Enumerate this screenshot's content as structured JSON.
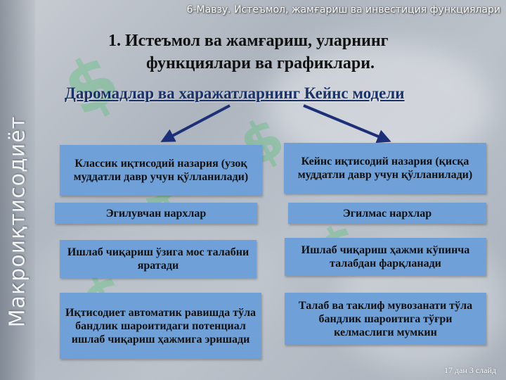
{
  "header": {
    "text": "6-Мавзу. Истеъмол, жамғариш ва инвестиция функциялари"
  },
  "sidebar": {
    "vertical_title": "Макроиқтисодиёт"
  },
  "title": {
    "line1": "1. Истеъмол ва жамғариш, уларнинг",
    "line2": "функциялари ва графиклари."
  },
  "subtitle": "Даромадлар ва харажатларнинг Кейнс модели",
  "left_column": {
    "heading": "Классик иқтисодий назария (узоқ муддатли давр учун қўлланилади)",
    "prices": "Эгилувчан нархлар",
    "production": "Ишлаб чиқариш ўзига мос талабни яратади",
    "result": "Иқтисодиет автоматик равишда тўла бандлик шароитидаги потенциал ишлаб чиқариш ҳажмига эришади"
  },
  "right_column": {
    "heading": "Кейнс иқтисодий назария (қисқа муддатли давр учун қўлланилади)",
    "prices": "Эгилмас нархлар",
    "production": "Ишлаб чиқариш ҳажми кўпинча талабдан фарқланади",
    "result": "Талаб ва таклиф мувозанати тўла бандлик шароитига тўғри келмаслиги мумкин"
  },
  "footer": {
    "slide_counter": "17 дан 3 слайд"
  },
  "colors": {
    "box_fill": "#6fa0d8",
    "arrow": "#1c2f78",
    "subtitle": "#1a3268",
    "decoration": "#33c15a"
  }
}
